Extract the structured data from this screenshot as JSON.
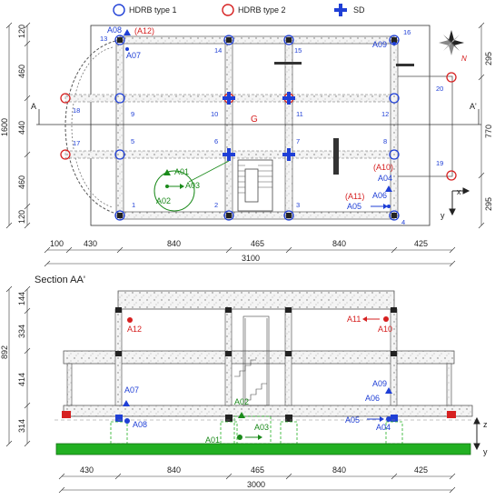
{
  "legend": {
    "type1": "HDRB  type  1",
    "type2": "HDRB  type  2",
    "sd": "SD"
  },
  "plan": {
    "left_dims": [
      "120",
      "460",
      "440",
      "460",
      "120"
    ],
    "left_total": "1600",
    "right_dims": [
      "295",
      "770",
      "295"
    ],
    "bottom_dims": [
      "100",
      "430",
      "840",
      "465",
      "840",
      "425"
    ],
    "bottom_total": "3100",
    "section_marker": "A",
    "section_marker_prime": "A'",
    "center_label": "G",
    "north_label": "N",
    "axis_x": "x",
    "axis_y": "y",
    "isolator_numbers": [
      "1",
      "2",
      "3",
      "4",
      "5",
      "6",
      "7",
      "8",
      "9",
      "10",
      "11",
      "12",
      "13",
      "14",
      "15",
      "16",
      "17",
      "18",
      "19",
      "20"
    ],
    "sensors": {
      "A01": "A01",
      "A02": "A02",
      "A03": "A03",
      "A04": "A04",
      "A05": "A05",
      "A06": "A06",
      "A07": "A07",
      "A08": "A08",
      "A09": "A09",
      "A10": "(A10)",
      "A11": "(A11)",
      "A12": "(A12)"
    }
  },
  "section": {
    "title": "Section AA'",
    "left_dims": [
      "144",
      "334",
      "414",
      "314"
    ],
    "left_total": "892",
    "bottom_dims": [
      "430",
      "840",
      "465",
      "840",
      "425"
    ],
    "bottom_total": "3000",
    "axis_z": "z",
    "axis_y": "y",
    "sensors": {
      "A01": "A01",
      "A02": "A02",
      "A03": "A03",
      "A04": "A04",
      "A05": "A05",
      "A06": "A06",
      "A07": "A07",
      "A08": "A08",
      "A09": "A09",
      "A10": "A10",
      "A11": "A11",
      "A12": "A12"
    }
  },
  "colors": {
    "type1": "#1f3fd6",
    "type2": "#d62020",
    "sensor_green": "#1a8a1a",
    "foundation": "#22b022"
  }
}
